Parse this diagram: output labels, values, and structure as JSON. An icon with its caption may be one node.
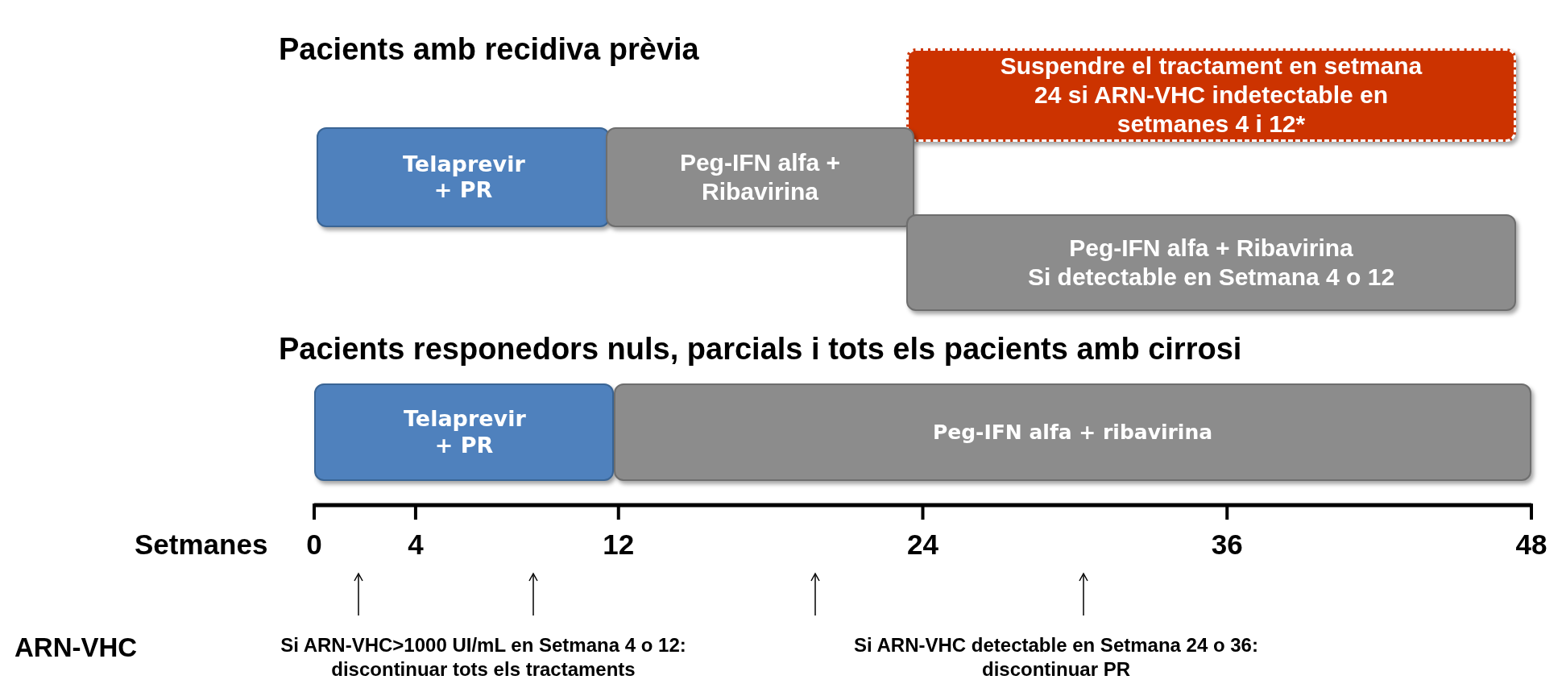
{
  "diagram": {
    "nodes": [
      {
        "text": [
          "Suspendre el tractament en setmana 24 si ARN-VHC indetectable en setmanes 4 i 12*"
        ]
      },
      {
        "text": [
          "Telaprevir + PR"
        ]
      },
      {
        "text": [
          "Peg-IFN alfa + Ribavirina"
        ]
      },
      {
        "text": [
          "Peg-IFN alfa + Ribavirina",
          "Si detectable en Setmana 4 o 12"
        ]
      },
      {
        "text": [
          "Telaprevir + PR"
        ]
      },
      {
        "text": [
          "Peg-IFN alfa + ribavirina"
        ]
      }
    ],
    "edges": [],
    "labels": [
      "Pacients amb recidiva prèvia",
      "Pacients responedors nuls, parcials i tots els pacients amb cirrosi",
      "Setmanes",
      "0",
      "4",
      "12",
      "24",
      "36",
      "48",
      "ARN-VHC",
      "Si ARN-VHC>1000 UI/mL en Setmana 4 o 12: discontinuar tots els tractaments",
      "Si ARN-VHC detectable en Setmana 24 o 36: discontinuar PR"
    ]
  }
}
